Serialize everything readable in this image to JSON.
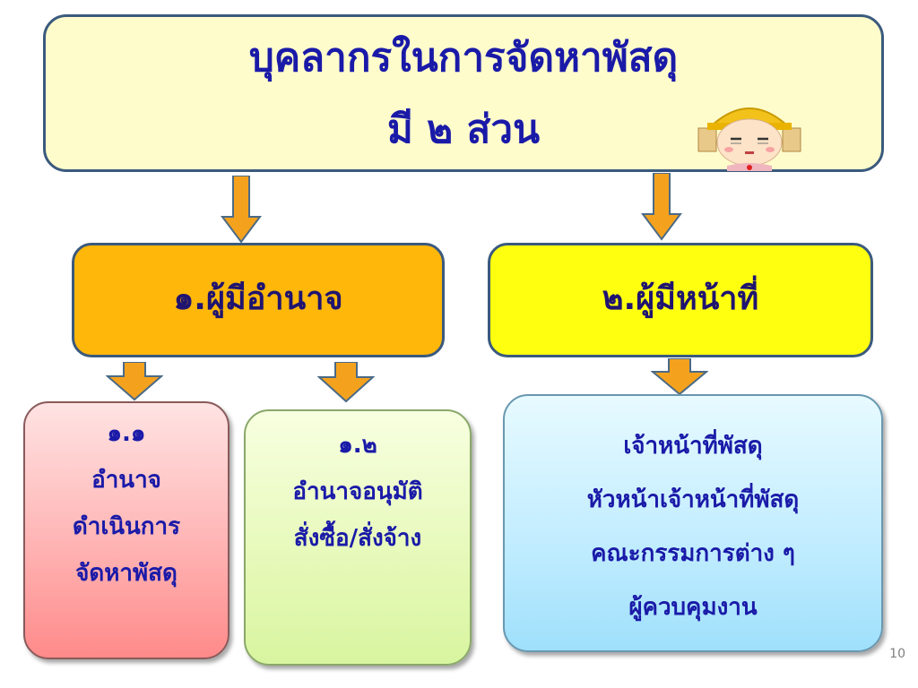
{
  "title": {
    "line1": "บุคลากรในการจัดหาพัสดุ",
    "line2": "มี ๒ ส่วน"
  },
  "branches": {
    "authority": "๑.ผู้มีอำนาจ",
    "duty": "๒.ผู้มีหน้าที่"
  },
  "authority_children": [
    {
      "lines": [
        "๑.๑",
        "อำนาจ",
        "ดำเนินการ",
        "จัดหาพัสดุ"
      ]
    },
    {
      "lines": [
        "๑.๒",
        "อำนาจอนุมัติ",
        "สั่งซื้อ/สั่งจ้าง"
      ]
    }
  ],
  "duty_children": {
    "lines": [
      "เจ้าหน้าที่พัสดุ",
      "หัวหน้าเจ้าหน้าที่พัสดุ",
      "คณะกรรมการต่าง ๆ",
      "ผู้ควบคุมงาน"
    ]
  },
  "page_number": "10",
  "icons": {
    "mascot": "cartoon-girl-face-icon",
    "connector": "down-arrow-icon"
  },
  "colors": {
    "title_fill": "#fffccc",
    "authority_fill": "#ffb70a",
    "duty_fill": "#ffff10",
    "box11_fill": "#ffb0b0",
    "box12_fill": "#e6f9b8",
    "duty_children_fill": "#c0ecff",
    "text": "#1a1aa8",
    "arrow": "#f4a21e"
  }
}
